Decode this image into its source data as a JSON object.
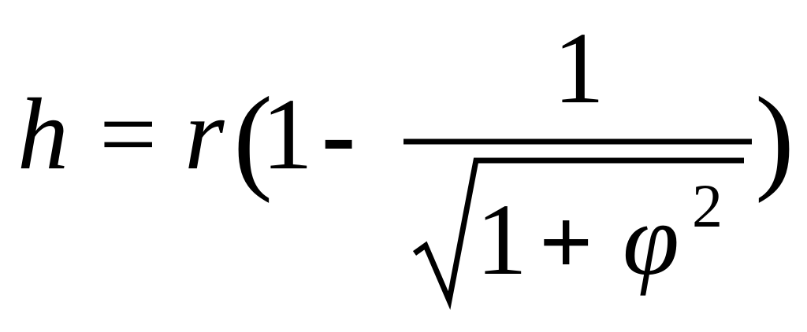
{
  "formula": {
    "lhs_var": "h",
    "equals": "=",
    "rhs_var": "r",
    "open_paren": "(",
    "one": "1",
    "minus": "-",
    "numerator": "1",
    "radicand_one": "1",
    "plus": "+",
    "phi": "φ",
    "exponent": "2",
    "close_paren": ")"
  },
  "colors": {
    "ink": "#000000",
    "background": "#ffffff"
  }
}
